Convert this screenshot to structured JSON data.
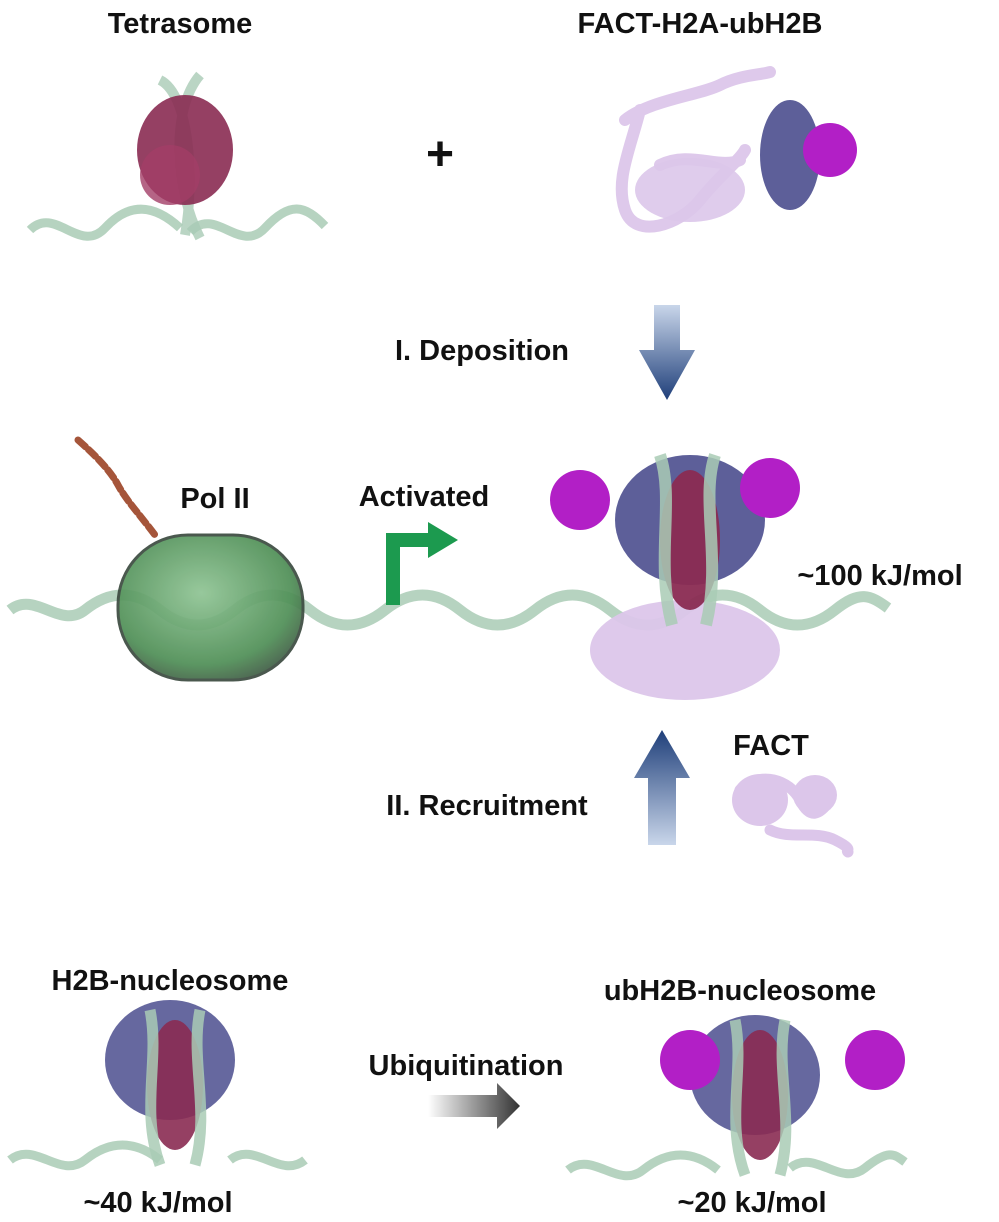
{
  "labels": {
    "tetrasome": "Tetrasome",
    "fact_complex": "FACT-H2A-ubH2B",
    "plus": "+",
    "deposition": "I. Deposition",
    "pol2": "Pol II",
    "activated": "Activated",
    "energy_center": "~100 kJ/mol",
    "fact": "FACT",
    "recruitment": "II. Recruitment",
    "h2b_nucleosome": "H2B-nucleosome",
    "ubiquitination": "Ubiquitination",
    "ubh2b_nucleosome": "ubH2B-nucleosome",
    "energy_left": "~40 kJ/mol",
    "energy_right": "~20 kJ/mol"
  },
  "colors": {
    "dna": "#a9cbb5",
    "dna_edge": "#7da68c",
    "histone_h3h4": "#8a2b52",
    "histone_h2a_h2b": "#4b4e8e",
    "ubiquitin": "#b21fc6",
    "fact_protein": "#dcc6ea",
    "fact_edge": "#b49cc9",
    "pol2": "#4f8f56",
    "arrow_blue": "#1f3f7a",
    "activation_arrow": "#1c9a4f",
    "ctd_tail": "#a5553a"
  }
}
